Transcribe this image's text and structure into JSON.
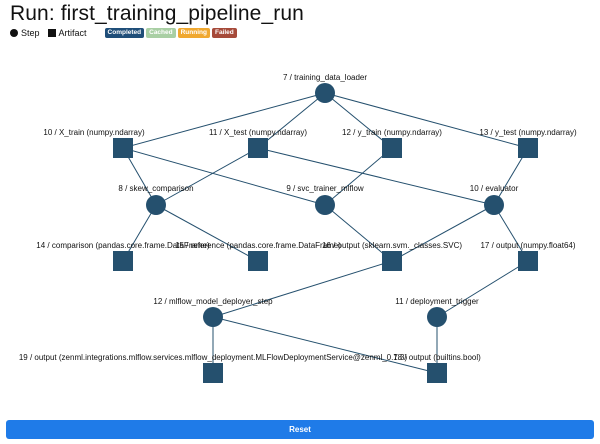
{
  "title": "Run: first_training_pipeline_run",
  "legend": {
    "step_label": "Step",
    "artifact_label": "Artifact",
    "badges": [
      {
        "label": "Completed",
        "color": "#1f4e79"
      },
      {
        "label": "Cached",
        "color": "#a9cfa4"
      },
      {
        "label": "Running",
        "color": "#f0a830"
      },
      {
        "label": "Failed",
        "color": "#a64a3a"
      }
    ]
  },
  "graph": {
    "nodes": [
      {
        "id": "s7",
        "kind": "step",
        "label": "7 / training_data_loader"
      },
      {
        "id": "a10",
        "kind": "artifact",
        "label": "10 / X_train (numpy.ndarray)"
      },
      {
        "id": "a11",
        "kind": "artifact",
        "label": "11 / X_test (numpy.ndarray)"
      },
      {
        "id": "a12",
        "kind": "artifact",
        "label": "12 / y_train (numpy.ndarray)"
      },
      {
        "id": "a13",
        "kind": "artifact",
        "label": "13 / y_test (numpy.ndarray)"
      },
      {
        "id": "s8",
        "kind": "step",
        "label": "8 / skew_comparison"
      },
      {
        "id": "s9",
        "kind": "step",
        "label": "9 / svc_trainer_mlflow"
      },
      {
        "id": "s10",
        "kind": "step",
        "label": "10 / evaluator"
      },
      {
        "id": "a14",
        "kind": "artifact",
        "label": "14 / comparison (pandas.core.frame.DataFrame)"
      },
      {
        "id": "a15",
        "kind": "artifact",
        "label": "15 / reference (pandas.core.frame.DataFrame)"
      },
      {
        "id": "a16",
        "kind": "artifact",
        "label": "16 / output (sklearn.svm._classes.SVC)"
      },
      {
        "id": "a17",
        "kind": "artifact",
        "label": "17 / output (numpy.float64)"
      },
      {
        "id": "s12",
        "kind": "step",
        "label": "12 / mlflow_model_deployer_step"
      },
      {
        "id": "s11",
        "kind": "step",
        "label": "11 / deployment_trigger"
      },
      {
        "id": "a19",
        "kind": "artifact",
        "label": "19 / output (zenml.integrations.mlflow.services.mlflow_deployment.MLFlowDeploymentService@zenml_0.7.3)"
      },
      {
        "id": "a18",
        "kind": "artifact",
        "label": "18 / output (builtins.bool)"
      }
    ],
    "edges": [
      [
        "s7",
        "a10"
      ],
      [
        "s7",
        "a11"
      ],
      [
        "s7",
        "a12"
      ],
      [
        "s7",
        "a13"
      ],
      [
        "a10",
        "s8"
      ],
      [
        "a11",
        "s8"
      ],
      [
        "a10",
        "s9"
      ],
      [
        "a12",
        "s9"
      ],
      [
        "a11",
        "s10"
      ],
      [
        "a13",
        "s10"
      ],
      [
        "a16",
        "s10"
      ],
      [
        "s8",
        "a14"
      ],
      [
        "s8",
        "a15"
      ],
      [
        "s9",
        "a16"
      ],
      [
        "s10",
        "a17"
      ],
      [
        "a16",
        "s12"
      ],
      [
        "a18",
        "s12"
      ],
      [
        "a17",
        "s11"
      ],
      [
        "s12",
        "a19"
      ],
      [
        "s11",
        "a18"
      ]
    ]
  },
  "reset_label": "Reset"
}
